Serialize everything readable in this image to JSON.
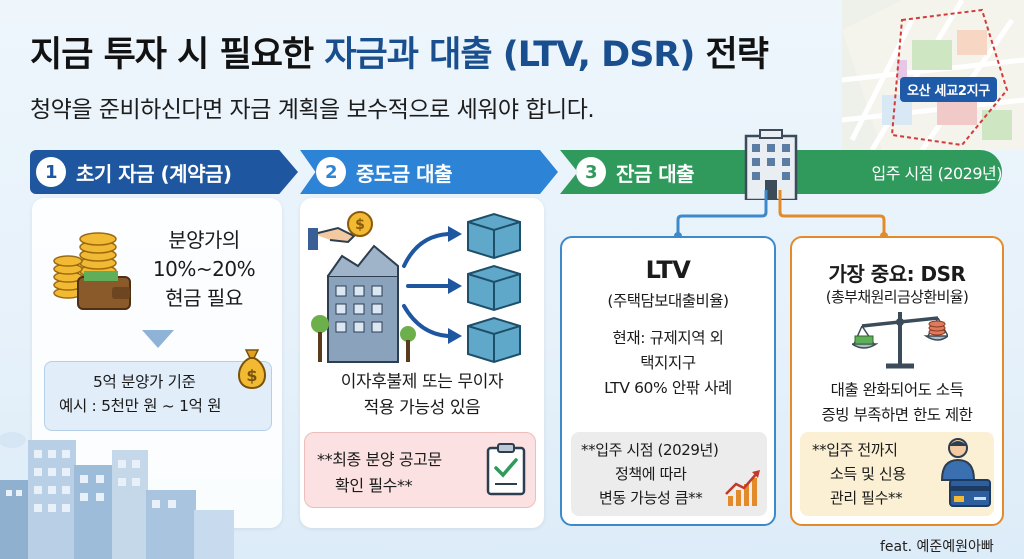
{
  "header": {
    "title_part1": "지금 투자 시 필요한 ",
    "title_part2": "자금과 대출 (LTV, DSR)",
    "title_part3": " 전략",
    "subtitle": "청약을 준비하신다면 자금 계획을 보수적으로 세워야 합니다."
  },
  "map": {
    "label": "오산 세교2지구"
  },
  "steps": [
    {
      "number": "1",
      "label": "초기 자금 (계약금)"
    },
    {
      "number": "2",
      "label": "중도금 대출"
    },
    {
      "number": "3",
      "label": "잔금 대출",
      "date": "입주 시점 (2029년)"
    }
  ],
  "step1": {
    "text": [
      "분양가의",
      "10%~20%",
      "현금 필요"
    ],
    "example": [
      "5억 분양가 기준",
      "예시 : 5천만 원 ~ 1억 원"
    ]
  },
  "step2": {
    "text": [
      "이자후불제 또는 무이자",
      "적용 가능성 있음"
    ],
    "note": [
      "**최종 분양 공고문",
      "확인 필수**"
    ]
  },
  "ltv": {
    "title": "LTV",
    "subtitle": "(주택담보대출비율)",
    "body": [
      "현재: 규제지역 외",
      "택지지구",
      "LTV 60% 안팎 사례"
    ],
    "note": [
      "**입주 시점 (2029년)",
      "정책에 따라",
      "변동 가능성 큼**"
    ]
  },
  "dsr": {
    "title": "가장 중요: DSR",
    "subtitle": "(총부채원리금상환비율)",
    "body": [
      "대출 완화되어도 소득",
      "증빙 부족하면 한도 제한"
    ],
    "note": [
      "**입주 전까지",
      "소득 및 신용",
      "관리 필수**"
    ]
  },
  "footer": "feat. 예준예원아빠",
  "colors": {
    "step1": "#1f56a0",
    "step2": "#2d83d6",
    "step3": "#2f9a5c",
    "ltv_border": "#3e89c9",
    "dsr_border": "#e38b2b",
    "title_highlight": "#1a4f8f"
  }
}
